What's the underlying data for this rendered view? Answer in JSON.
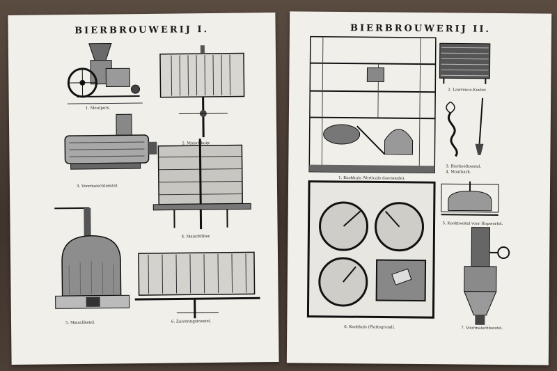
{
  "plates": [
    {
      "title": "BIERBROUWERIJ I.",
      "captions": [
        "1. Moutpers.",
        "2. Maischkuip.",
        "3. Voormaischtoestel.",
        "4. Maischfilter.",
        "5. Maischketel.",
        "6. Zuiveringstoestel."
      ]
    },
    {
      "title": "BIERBROUWERIJ II.",
      "captions": [
        "1. Kookhuis (Verticale doorsnede).",
        "2. Lawrence-Koeler.",
        "3. Bierkoeltoestel.",
        "4. Mouthark.",
        "5. Kooktoestel voor Hopwortel.",
        "6. Kookhuis (Plattegrond).",
        "7. Voormaischtoestel."
      ]
    }
  ],
  "colors": {
    "paper": "#f1efe9",
    "ink": "#1f1f1f",
    "background": "#4a3d35"
  }
}
